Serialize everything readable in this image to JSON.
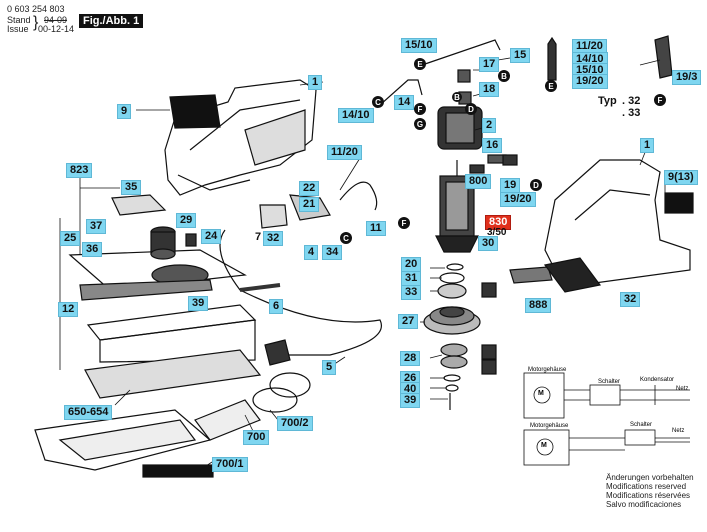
{
  "header": {
    "doc_number": "0 603 254 803",
    "stand_label": "Stand",
    "stand_value_struck": "94-09",
    "issue_label": "Issue",
    "issue_value": "00-12-14",
    "figure_label": "Fig./Abb. 1"
  },
  "callouts": {
    "c1_left": "1",
    "c9_left": "9",
    "c14_10": "14/10",
    "c14": "14",
    "c15_10": "15/10",
    "c15": "15",
    "c17": "17",
    "c18": "18",
    "c2": "2",
    "c11_20_top": "11/20",
    "c14_10_r": "14/10",
    "c15_10_r": "15/10",
    "c19_20_r": "19/20",
    "c19_3": "19/3",
    "c823": "823",
    "c35": "35",
    "c37": "37",
    "c29": "29",
    "c24": "24",
    "c25": "25",
    "c36": "36",
    "c22": "22",
    "c21": "21",
    "c11_20_mid": "11/20",
    "c7": "7",
    "c32_left": "32",
    "c4": "4",
    "c34": "34",
    "c11": "11",
    "c16": "16",
    "c800": "800",
    "c19": "19",
    "c19_20_mid": "19/20",
    "c830": "830",
    "c3_50": "3/50",
    "c30": "30",
    "c1_right": "1",
    "c9_13": "9(13)",
    "c12": "12",
    "c39_left": "39",
    "c6": "6",
    "c20": "20",
    "c31": "31",
    "c33": "33",
    "c888": "888",
    "c32_right": "32",
    "c27": "27",
    "c5": "5",
    "c28": "28",
    "c26": "26",
    "c40": "40",
    "c39_right": "39",
    "c650_654": "650-654",
    "c700": "700",
    "c700_2": "700/2",
    "c700_1": "700/1"
  },
  "letters": [
    "E",
    "B",
    "C",
    "F",
    "D",
    "G"
  ],
  "typ": {
    "label": "Typ",
    "values": [
      ". 32",
      ". 33"
    ]
  },
  "circuit": {
    "top_labels": [
      "Motorgehäuse",
      "Schalter",
      "Kondensator",
      "Netz"
    ],
    "bottom_labels": [
      "Motorgehäuse",
      "Schalter",
      "Netz"
    ],
    "motor_symbol": "M"
  },
  "legend": [
    "Änderungen vorbehalten",
    "Modifications reserved",
    "Modifications réservées",
    "Salvo modificaciones"
  ]
}
